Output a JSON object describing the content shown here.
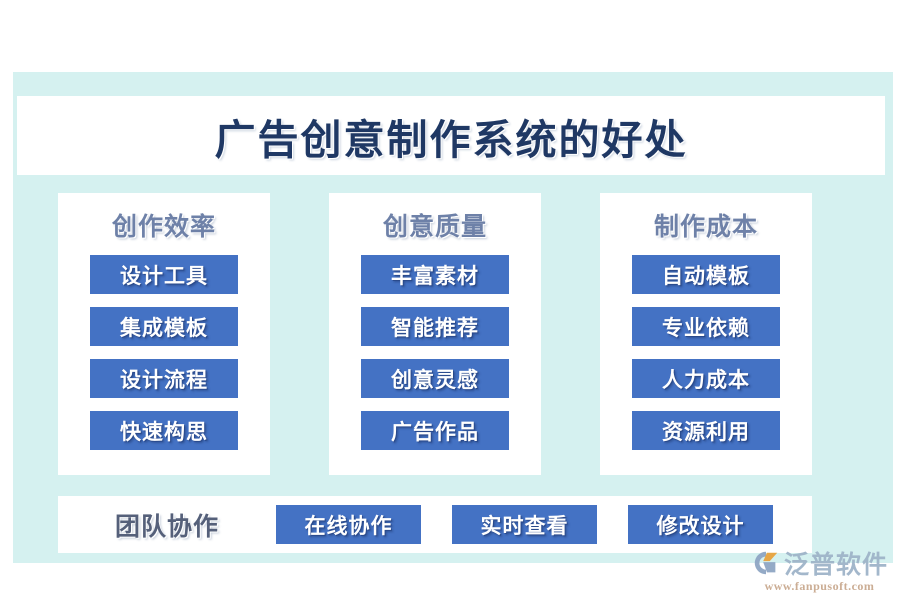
{
  "page": {
    "title": "广告创意制作系统的好处",
    "background_color": "#ffffff",
    "panel_color": "#d5f1f0",
    "card_color": "#ffffff",
    "chip_color": "#4472c4",
    "title_color": "#1f3864",
    "column_title_color": "#6e81a8"
  },
  "columns": [
    {
      "title": "创作效率",
      "items": [
        {
          "label": "设计工具"
        },
        {
          "label": "集成模板"
        },
        {
          "label": "设计流程"
        },
        {
          "label": "快速构思"
        }
      ]
    },
    {
      "title": "创意质量",
      "items": [
        {
          "label": "丰富素材"
        },
        {
          "label": "智能推荐"
        },
        {
          "label": "创意灵感"
        },
        {
          "label": "广告作品"
        }
      ]
    },
    {
      "title": "制作成本",
      "items": [
        {
          "label": "自动模板"
        },
        {
          "label": "专业依赖"
        },
        {
          "label": "人力成本"
        },
        {
          "label": "资源利用"
        }
      ]
    }
  ],
  "bottom": {
    "label": "团队协作",
    "items": [
      {
        "label": "在线协作"
      },
      {
        "label": "实时查看"
      },
      {
        "label": "修改设计"
      }
    ]
  },
  "watermark": {
    "brand": "泛普软件",
    "url": "www.fanpusoft.com",
    "mark_color_primary": "#8fa6c4",
    "mark_color_accent": "#e8a33d"
  }
}
